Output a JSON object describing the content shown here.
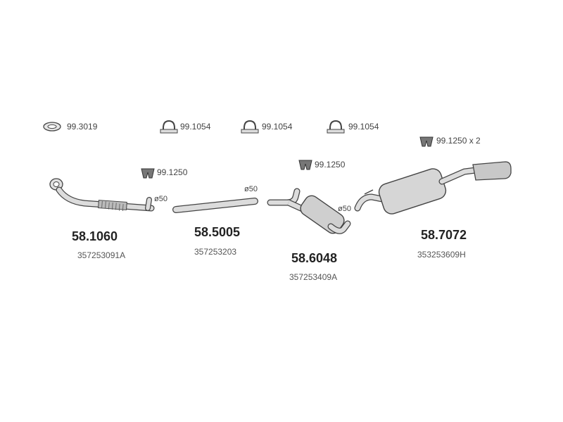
{
  "accessories": {
    "gasket": "99.3019",
    "clamp_1": "99.1054",
    "clamp_2": "99.1054",
    "clamp_3": "99.1054",
    "hanger_rear": "99.1250 x 2",
    "hanger_front": "99.1250",
    "hanger_middle": "99.1250"
  },
  "parts": [
    {
      "number": "58.1060",
      "oem": "357253091A",
      "diameter": "ø50"
    },
    {
      "number": "58.5005",
      "oem": "357253203",
      "diameter": "ø50"
    },
    {
      "number": "58.6048",
      "oem": "357253409A",
      "diameter": "ø50"
    },
    {
      "number": "58.7072",
      "oem": "353253609H"
    }
  ],
  "colors": {
    "line": "#444444",
    "fill": "#d9d9d9",
    "dark": "#777777"
  }
}
